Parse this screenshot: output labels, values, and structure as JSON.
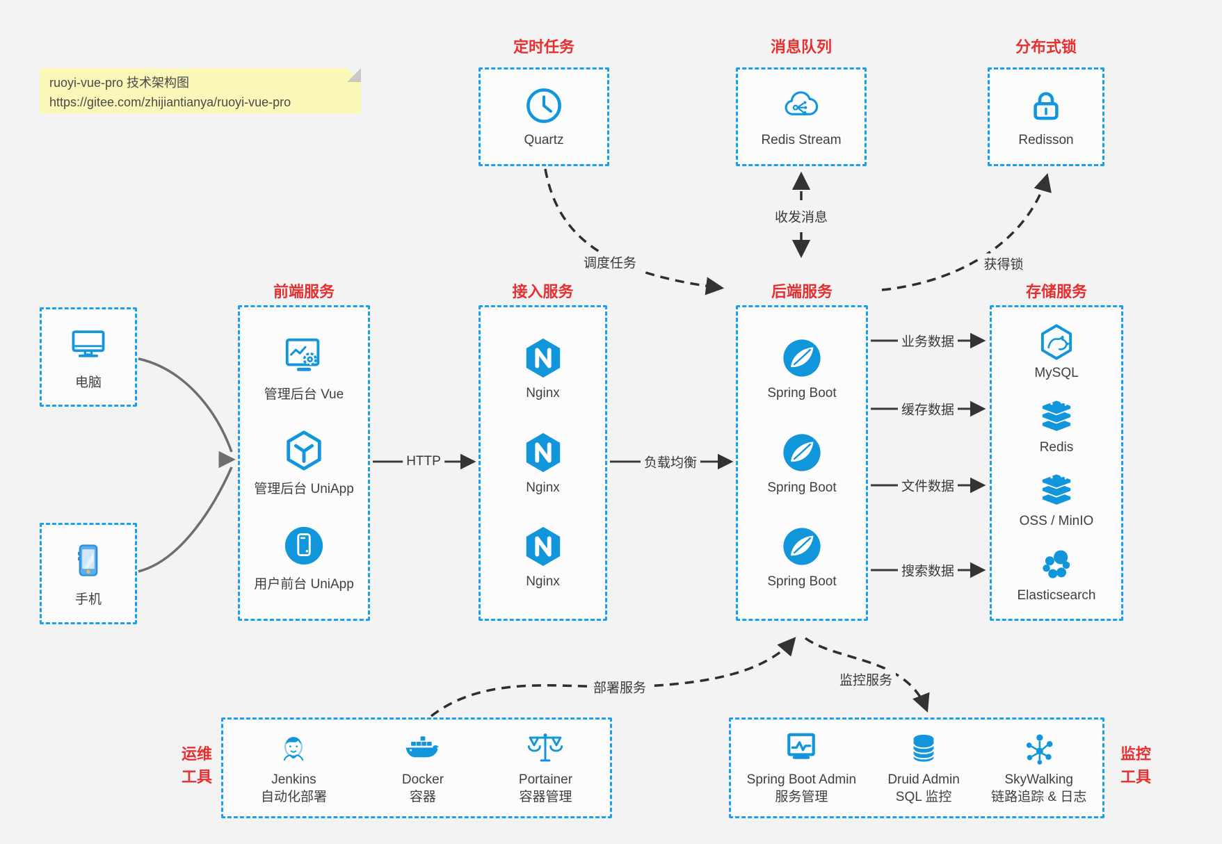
{
  "note": {
    "line1": "ruoyi-vue-pro 技术架构图",
    "line2": "https://gitee.com/zhijiantianya/ruoyi-vue-pro"
  },
  "colors": {
    "icon_blue": "#1296db",
    "border_blue": "#18a0f0",
    "title_red": "#e82f2f",
    "note_yellow": "#fbf7b9"
  },
  "top_services": [
    {
      "title": "定时任务",
      "icon": "clock-icon",
      "label": "Quartz"
    },
    {
      "title": "消息队列",
      "icon": "cloud-share-icon",
      "label": "Redis Stream"
    },
    {
      "title": "分布式锁",
      "icon": "lock-icon",
      "label": "Redisson"
    }
  ],
  "clients": [
    {
      "icon": "computer-icon",
      "label": "电脑"
    },
    {
      "icon": "smartphone-icon",
      "label": "手机"
    }
  ],
  "columns": [
    {
      "title": "前端服务",
      "items": [
        {
          "icon": "admin-vue-icon",
          "label": "管理后台 Vue"
        },
        {
          "icon": "uniapp-cube-icon",
          "label": "管理后台 UniApp"
        },
        {
          "icon": "phone-app-icon",
          "label": "用户前台 UniApp"
        }
      ]
    },
    {
      "title": "接入服务",
      "items": [
        {
          "icon": "nginx-icon",
          "label": "Nginx"
        },
        {
          "icon": "nginx-icon",
          "label": "Nginx"
        },
        {
          "icon": "nginx-icon",
          "label": "Nginx"
        }
      ]
    },
    {
      "title": "后端服务",
      "items": [
        {
          "icon": "spring-boot-icon",
          "label": "Spring Boot"
        },
        {
          "icon": "spring-boot-icon",
          "label": "Spring Boot"
        },
        {
          "icon": "spring-boot-icon",
          "label": "Spring Boot"
        }
      ]
    },
    {
      "title": "存储服务",
      "items": [
        {
          "icon": "mysql-icon",
          "label": "MySQL"
        },
        {
          "icon": "redis-stack-icon",
          "label": "Redis"
        },
        {
          "icon": "storage-stack-icon",
          "label": "OSS / MinIO"
        },
        {
          "icon": "elasticsearch-icon",
          "label": "Elasticsearch"
        }
      ]
    }
  ],
  "edges": {
    "http": "HTTP",
    "load_balance": "负载均衡",
    "schedule": "调度任务",
    "messages": "收发消息",
    "lock": "获得锁",
    "data_flows": [
      "业务数据",
      "缓存数据",
      "文件数据",
      "搜索数据"
    ],
    "deploy": "部署服务",
    "monitor": "监控服务"
  },
  "bottom_groups": [
    {
      "title_line1": "运维",
      "title_line2": "工具",
      "items": [
        {
          "icon": "jenkins-icon",
          "line1": "Jenkins",
          "line2": "自动化部署"
        },
        {
          "icon": "docker-icon",
          "line1": "Docker",
          "line2": "容器"
        },
        {
          "icon": "portainer-icon",
          "line1": "Portainer",
          "line2": "容器管理"
        }
      ]
    },
    {
      "title_line1": "监控",
      "title_line2": "工具",
      "items": [
        {
          "icon": "springboot-admin-icon",
          "line1": "Spring Boot Admin",
          "line2": "服务管理"
        },
        {
          "icon": "druid-icon",
          "line1": "Druid Admin",
          "line2": "SQL 监控"
        },
        {
          "icon": "skywalking-icon",
          "line1": "SkyWalking",
          "line2": "链路追踪 & 日志"
        }
      ]
    }
  ]
}
